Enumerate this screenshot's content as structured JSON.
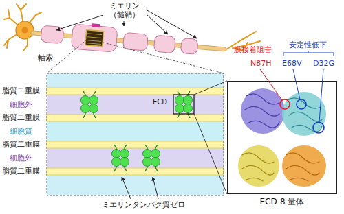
{
  "diagram": {
    "nodes": [
      {
        "text": [
          "ECD-8 量体"
        ]
      }
    ],
    "labels": [
      "ミエリン （髄鞘）",
      "軸索",
      "脂質二重膜",
      "細胞外",
      "脂質二重膜",
      "細胞質",
      "脂質二重膜",
      "細胞外",
      "脂質二重膜",
      "ECD",
      "ミエリンタンパク質ゼロ",
      "膜接着阻害",
      "N87H",
      "安定性低下",
      "E68V",
      "D32G"
    ]
  }
}
